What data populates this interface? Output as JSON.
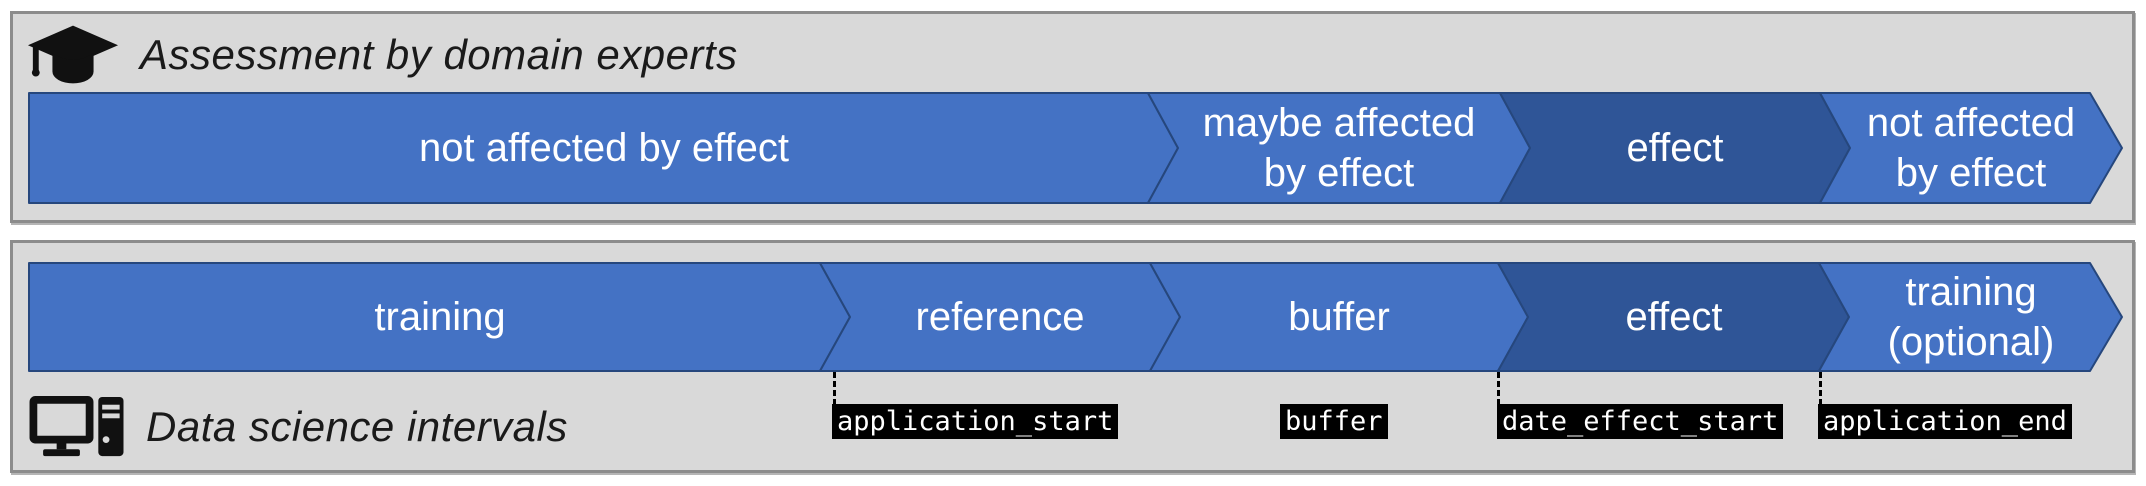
{
  "experts": {
    "title": "Assessment by domain experts",
    "icon": "graduation-cap-icon",
    "segments": [
      {
        "label": "not affected by effect",
        "tone": "light"
      },
      {
        "line1": "maybe affected",
        "line2": "by effect",
        "tone": "light"
      },
      {
        "label": "effect",
        "tone": "dark"
      },
      {
        "line1": "not affected",
        "line2": "by effect",
        "tone": "light"
      }
    ]
  },
  "datasci": {
    "title": "Data science intervals",
    "icon": "computer-icon",
    "segments": [
      {
        "label": "training",
        "tone": "light"
      },
      {
        "label": "reference",
        "tone": "light"
      },
      {
        "label": "buffer",
        "tone": "light"
      },
      {
        "label": "effect",
        "tone": "dark"
      },
      {
        "line1": "training",
        "line2": "(optional)",
        "tone": "light"
      }
    ],
    "markers": [
      {
        "label": "application_start",
        "dashed": true
      },
      {
        "label": "buffer",
        "dashed": false
      },
      {
        "label": "date_effect_start",
        "dashed": true
      },
      {
        "label": "application_end",
        "dashed": true
      }
    ]
  },
  "colors": {
    "segment_light": "#4472C4",
    "segment_dark": "#2F5597",
    "segment_outline": "#26477D",
    "panel_background": "#D9D9D9",
    "panel_border": "#8C8C8C",
    "label_background": "#000000",
    "label_text": "#FFFFFF"
  }
}
